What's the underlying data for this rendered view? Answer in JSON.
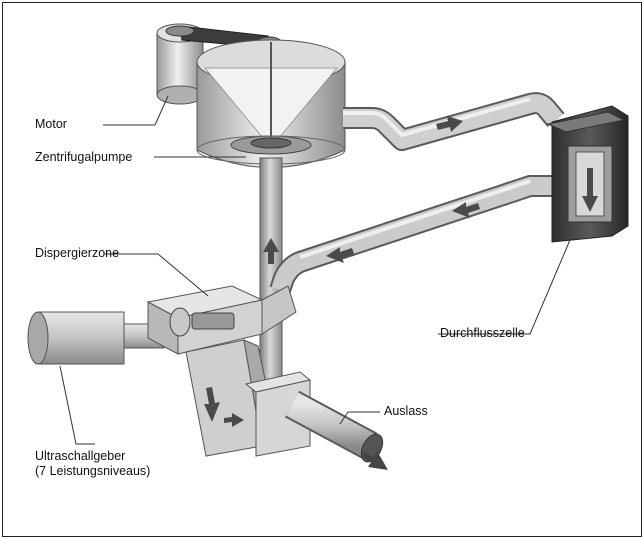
{
  "labels": {
    "motor": "Motor",
    "pump": "Zentrifugalpumpe",
    "dispersion_zone": "Dispergierzone",
    "flow_cell": "Durchflusszelle",
    "outlet": "Auslass",
    "ultrasound_line1": "Ultraschallgeber",
    "ultrasound_line2": "(7 Leistungsniveaus)"
  },
  "colors": {
    "pipe_fill": "#c9c9c9",
    "pipe_edge": "#5a5a5a",
    "cell_dark": "#3a3a3a",
    "arrow": "#4a4a4a"
  }
}
